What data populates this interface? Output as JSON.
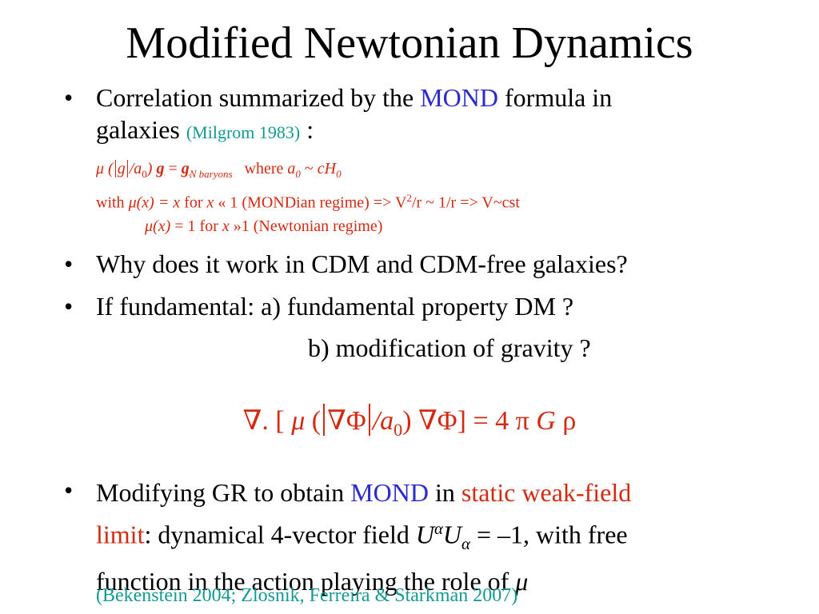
{
  "title": "Modified Newtonian Dynamics",
  "bullet_symbol": "•",
  "b1": {
    "l1a": "Correlation summarized by the ",
    "mond": "MOND",
    "l1b": " formula in",
    "l2a": "galaxies ",
    "cite": "(Milgrom 1983)",
    "l2b": " :"
  },
  "formula": {
    "mu": "μ",
    "open": " (",
    "g": "g",
    "over_a": "/a",
    "zero": "0",
    "close": ") ",
    "g_bold": "g",
    "eq": " = ",
    "g_bold2": "g",
    "n_baryons": "N baryons",
    "where": "where ",
    "a0": "a",
    "a0_sub": "0",
    "tilde": " ~ ",
    "cH": "cH",
    "cH_sub": "0"
  },
  "with_line": {
    "with": "with  ",
    "mux": "μ(x)",
    "eq_x": " = x",
    "rest_a": " for ",
    "x": "x",
    "rest_b": " « 1 (MONDian regime) => V",
    "sup2": "2",
    "rest_c": "/r ~ 1/r => V~cst"
  },
  "newton_line": {
    "mux": "μ(x)",
    "rest_a": " = 1 for ",
    "x": "x",
    "rest_b": " »1 (Newtonian regime)"
  },
  "b2": "Why does it work in CDM and CDM-free galaxies?",
  "b3": {
    "a": "If fundamental:  a) fundamental property DM ?",
    "b": "b) modification of gravity ?"
  },
  "equation": {
    "nabla_dot": "∇. [ ",
    "mu": "μ",
    "open": " (",
    "nabla_phi": "∇Φ",
    "over": "/",
    "a": "a",
    "zero": "0",
    "close": ") ∇Φ] = 4 π ",
    "G": "G",
    "rho": " ρ"
  },
  "b4": {
    "l1a": "Modifying GR to obtain ",
    "mond": "MOND",
    "l1b": " in ",
    "static": "static weak-field",
    "l2_limit": "limit",
    "l2b": ": dynamical 4-vector field ",
    "U": "U",
    "alpha_sup": "α",
    "U2": "U",
    "alpha_sub": "α",
    "l2c": " = –1, with free",
    "l3": "function in the action playing the role of ",
    "mu": "μ",
    "cite": "(Bekenstein 2004; Zlosnik, Ferreira & Starkman 2007)"
  }
}
